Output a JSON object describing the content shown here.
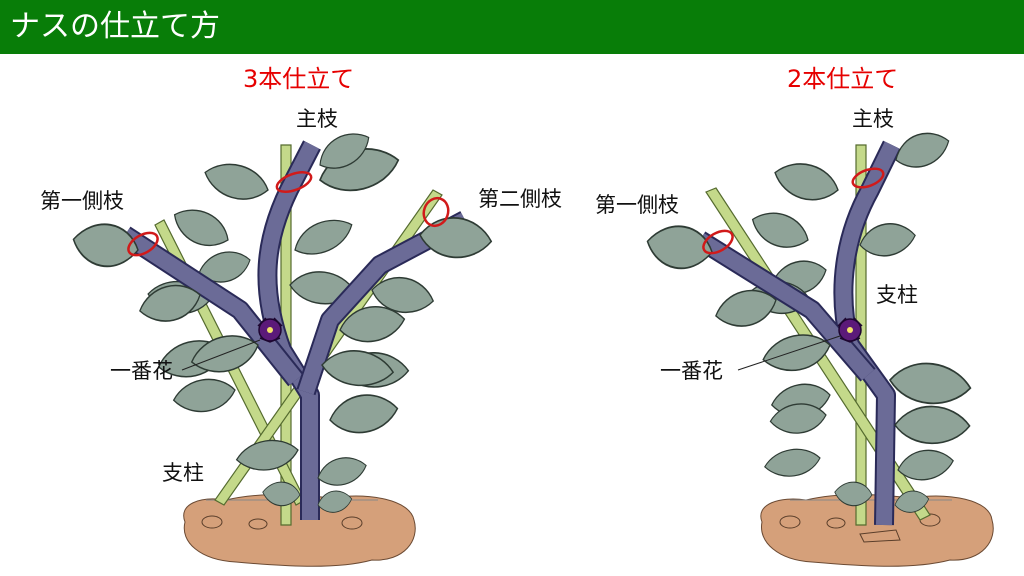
{
  "header": {
    "title": "ナスの仕立て方"
  },
  "colors": {
    "header_bg": "#087d08",
    "stem": "#6b6b97",
    "stem_edge": "#2a2a58",
    "leaf": "#8fa398",
    "leaf_edge": "#2e3b34",
    "stake": "#c4d98a",
    "tie": "#d11a1a",
    "soil": "#d5a07a",
    "flower": "#5b1a79",
    "title_red": "#e60000"
  },
  "panels": [
    {
      "title": "3本仕立て",
      "labels": {
        "main_stem": "主枝",
        "first_side": "第一側枝",
        "second_side": "第二側枝",
        "first_flower": "一番花",
        "stake": "支柱"
      }
    },
    {
      "title": "2本仕立て",
      "labels": {
        "main_stem": "主枝",
        "first_side": "第一側枝",
        "stake": "支柱",
        "first_flower": "一番花"
      }
    }
  ]
}
